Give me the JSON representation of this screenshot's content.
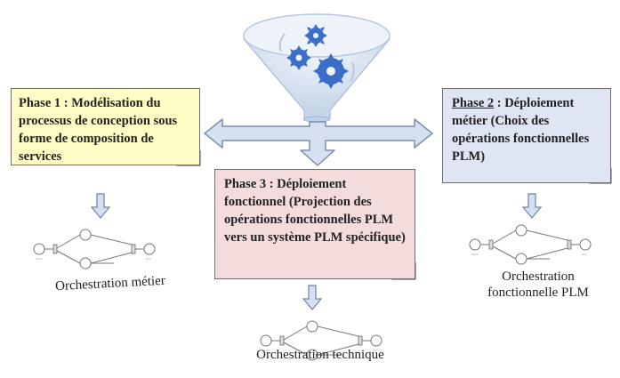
{
  "phases": {
    "phase1": {
      "label": "Phase 1",
      "text": " : Modélisation du processus de conception sous forme de composition de services"
    },
    "phase2": {
      "label": "Phase 2",
      "text": " : Déploiement métier (Choix des opérations fonctionnelles PLM)"
    },
    "phase3": {
      "label": "Phase 3",
      "text": " : Déploiement fonctionnel (Projection des opérations fonctionnelles PLM vers un système PLM spécifique)"
    }
  },
  "captions": {
    "metier": "Orchestration métier",
    "fonctionnelle": "Orchestration fonctionnelle PLM",
    "technique": "Orchestration technique"
  },
  "colors": {
    "phase1_fill": "#fffcc6",
    "phase2_fill": "#e0e5f3",
    "phase3_fill": "#f4dcdc",
    "arrow_fill": "#d6e0f0",
    "arrow_stroke": "#7b8eae",
    "gear": "#3a6ec8"
  },
  "icons": [
    "funnel-gears-icon",
    "double-arrow-icon",
    "down-arrow-icon",
    "workflow-diagram-icon"
  ]
}
